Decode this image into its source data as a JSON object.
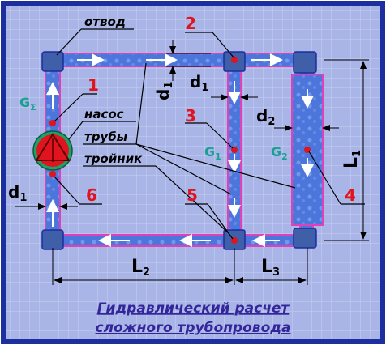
{
  "labels": {
    "otvod": "отвод",
    "nasos": "насос",
    "truby": "трубы",
    "troynik": "тройник"
  },
  "points": [
    "1",
    "2",
    "3",
    "4",
    "5",
    "6"
  ],
  "flows": {
    "g_sigma": "G",
    "g_sigma_sub": "Σ",
    "g1": "G",
    "g1_sub": "1",
    "g2": "G",
    "g2_sub": "2"
  },
  "dims": {
    "d": "d",
    "d1_sub": "1",
    "d2_sub": "2",
    "L": "L",
    "L1_sub": "1",
    "L2_sub": "2",
    "L3_sub": "3"
  },
  "caption": {
    "line1": "Гидравлический расчет",
    "line2": "сложного  трубопровода"
  },
  "colors": {
    "frame": "#1d2e9e",
    "background": "#a8b4e4",
    "pipe": "#4a73d8",
    "pipe_outline": "#e040b8",
    "fitting": "#3f5fa8",
    "pump_ring": "#1fa06a",
    "pump_core": "#e0141e",
    "point": "#e0141e"
  }
}
